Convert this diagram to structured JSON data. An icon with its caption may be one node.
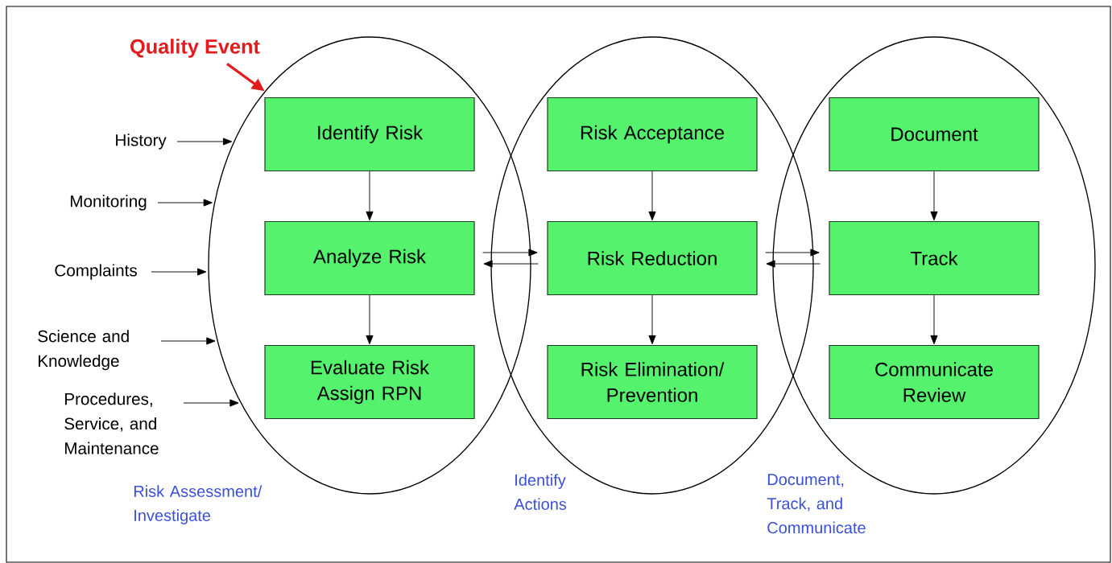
{
  "diagram": {
    "nodes": [
      {
        "text": [
          "Quality Event"
        ]
      },
      {
        "text": [
          "History"
        ]
      },
      {
        "text": [
          "Monitoring"
        ]
      },
      {
        "text": [
          "Complaints"
        ]
      },
      {
        "text": [
          "Science and Knowledge"
        ]
      },
      {
        "text": [
          "Procedures, Service, and Maintenance"
        ]
      },
      {
        "text": [],
        "shape": "ellipse",
        "beside": [
          "Risk Assessment/ Investigate"
        ]
      },
      {
        "text": [
          "Identify Risk"
        ],
        "in": 6
      },
      {
        "text": [
          "Analyze Risk"
        ],
        "in": 6
      },
      {
        "text": [
          "Evaluate Risk Assign RPN"
        ],
        "in": 6
      },
      {
        "text": [],
        "shape": "ellipse",
        "beside": [
          "Identify Actions"
        ]
      },
      {
        "text": [
          "Risk Acceptance"
        ],
        "in": 10
      },
      {
        "text": [
          "Risk Reduction"
        ],
        "in": 10
      },
      {
        "text": [
          "Risk Elimination/ Prevention"
        ],
        "in": 10
      },
      {
        "text": [],
        "shape": "ellipse",
        "beside": [
          "Document, Track, and Communicate"
        ]
      },
      {
        "text": [
          "Document"
        ],
        "in": 14
      },
      {
        "text": [
          "Track"
        ],
        "in": 14
      },
      {
        "text": [
          "Communicate Review"
        ],
        "in": 14
      }
    ],
    "edges": [
      {
        "from": 0,
        "to": 6,
        "arrow": "to",
        "style": "thick",
        "color": "#e41a1c"
      },
      {
        "from": 1,
        "to": 6,
        "arrow": "to"
      },
      {
        "from": 2,
        "to": 6,
        "arrow": "to"
      },
      {
        "from": 3,
        "to": 6,
        "arrow": "to"
      },
      {
        "from": 4,
        "to": 6,
        "arrow": "to"
      },
      {
        "from": 5,
        "to": 6,
        "arrow": "to"
      },
      {
        "from": 7,
        "to": 8,
        "arrow": "to"
      },
      {
        "from": 8,
        "to": 9,
        "arrow": "to"
      },
      {
        "from": 11,
        "to": 12,
        "arrow": "to"
      },
      {
        "from": 12,
        "to": 13,
        "arrow": "to"
      },
      {
        "from": 15,
        "to": 16,
        "arrow": "to"
      },
      {
        "from": 16,
        "to": 17,
        "arrow": "to"
      },
      {
        "from": 8,
        "to": 12,
        "arrow": "to"
      },
      {
        "from": 12,
        "to": 8,
        "arrow": "to"
      },
      {
        "from": 12,
        "to": 16,
        "arrow": "to"
      },
      {
        "from": 16,
        "to": 12,
        "arrow": "to"
      }
    ]
  }
}
